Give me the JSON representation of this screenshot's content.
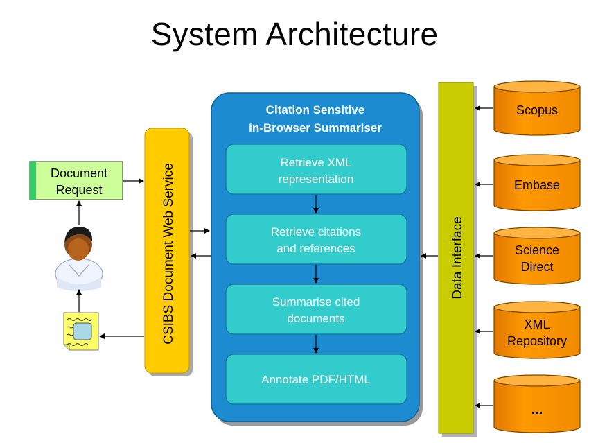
{
  "title": "System Architecture",
  "summariser": {
    "title_line1": "Citation Sensitive",
    "title_line2": "In-Browser Summariser",
    "steps": [
      {
        "line1": "Retrieve XML",
        "line2": "representation"
      },
      {
        "line1": "Retrieve citations",
        "line2": "and references"
      },
      {
        "line1": "Summarise cited",
        "line2": "documents"
      },
      {
        "line1": "Annotate PDF/HTML",
        "line2": ""
      }
    ]
  },
  "web_service": {
    "label": "CSIBS Document Web Service"
  },
  "data_interface": {
    "label": "Data Interface"
  },
  "document_request": {
    "line1": "Document",
    "line2": "Request"
  },
  "sources": [
    {
      "line1": "Scopus",
      "line2": ""
    },
    {
      "line1": "Embase",
      "line2": ""
    },
    {
      "line1": "Science",
      "line2": "Direct"
    },
    {
      "line1": "XML",
      "line2": "Repository"
    },
    {
      "line1": "...",
      "line2": ""
    }
  ],
  "colors": {
    "summariser_fill": "#1c8bd0",
    "step_fill": "#33cccc",
    "web_service_fill": "#ffcc00",
    "data_interface_fill": "#c8cc00",
    "database_fill": "#ff9900",
    "document_request_fill": "#ccff99"
  },
  "icons": [
    "user-icon",
    "document-icon"
  ]
}
